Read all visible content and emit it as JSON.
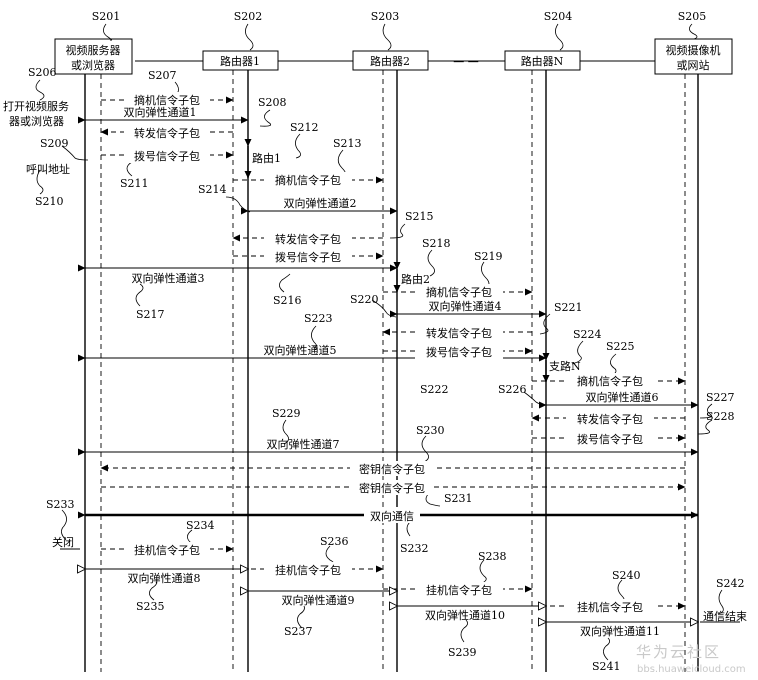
{
  "entities": {
    "e1": {
      "ref": "S201",
      "line1": "视频服务器",
      "line2": "或浏览器"
    },
    "e2": {
      "ref": "S202",
      "line1": "路由器1"
    },
    "e3": {
      "ref": "S203",
      "line1": "路由器2"
    },
    "e4": {
      "ref": "S204",
      "line1": "路由器N"
    },
    "e5": {
      "ref": "S205",
      "line1": "视频摄像机",
      "line2": "或网站"
    }
  },
  "msgs": {
    "offhook": "摘机信令子包",
    "forward": "转发信令子包",
    "dial": "拨号信令子包",
    "hangup": "挂机信令子包",
    "key": "密钥信令子包",
    "ch1": "双向弹性通道1",
    "ch2": "双向弹性通道2",
    "ch3": "双向弹性通道3",
    "ch4": "双向弹性通道4",
    "ch5": "双向弹性通道5",
    "ch6": "双向弹性通道6",
    "ch7": "双向弹性通道7",
    "ch8": "双向弹性通道8",
    "ch9": "双向弹性通道9",
    "ch10": "双向弹性通道10",
    "ch11": "双向弹性通道11",
    "comm": "双向通信"
  },
  "notes": {
    "open_l1": "打开视频服务",
    "open_l2": "器或浏览器",
    "call_addr": "呼叫地址",
    "route1": "路由1",
    "route2": "路由2",
    "routeN": "支路N",
    "close": "关闭",
    "end": "通信结束"
  },
  "refs": {
    "s206": "S206",
    "s207": "S207",
    "s208": "S208",
    "s209": "S209",
    "s210": "S210",
    "s211": "S211",
    "s212": "S212",
    "s213": "S213",
    "s214": "S214",
    "s215": "S215",
    "s216": "S216",
    "s217": "S217",
    "s218": "S218",
    "s219": "S219",
    "s220": "S220",
    "s221": "S221",
    "s222": "S222",
    "s223": "S223",
    "s224": "S224",
    "s225": "S225",
    "s226": "S226",
    "s227": "S227",
    "s228": "S228",
    "s229": "S229",
    "s230": "S230",
    "s231": "S231",
    "s232": "S232",
    "s233": "S233",
    "s234": "S234",
    "s235": "S235",
    "s236": "S236",
    "s237": "S237",
    "s238": "S238",
    "s239": "S239",
    "s240": "S240",
    "s241": "S241",
    "s242": "S242"
  },
  "ellipsis": "— —",
  "watermark": {
    "brand": "华为云社区",
    "url": "bbs.huaweicloud.com"
  }
}
